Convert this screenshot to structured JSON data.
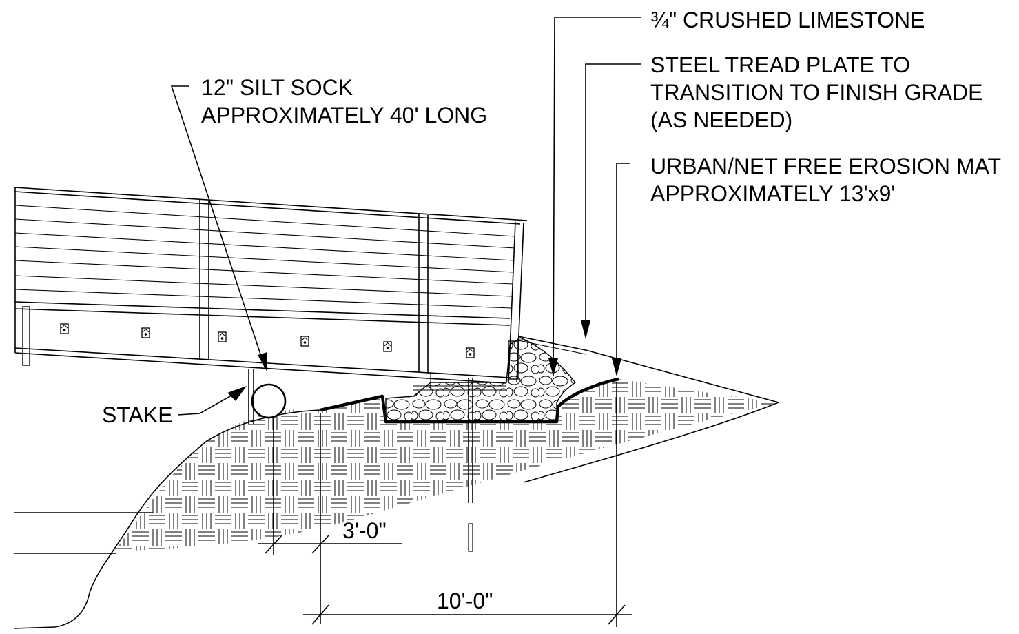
{
  "labels": {
    "limestone": "¾\" CRUSHED LIMESTONE",
    "tread_line1": "STEEL TREAD PLATE TO",
    "tread_line2": "TRANSITION TO FINISH GRADE",
    "tread_line3": "(AS NEEDED)",
    "mat_line1": "URBAN/NET FREE EROSION MAT",
    "mat_line2": "APPROXIMATELY 13'x9'",
    "sock_line1": "12\" SILT SOCK",
    "sock_line2": "APPROXIMATELY 40' LONG",
    "stake": "STAKE"
  },
  "dimensions": {
    "small": "3'-0\"",
    "large": "10'-0\""
  }
}
